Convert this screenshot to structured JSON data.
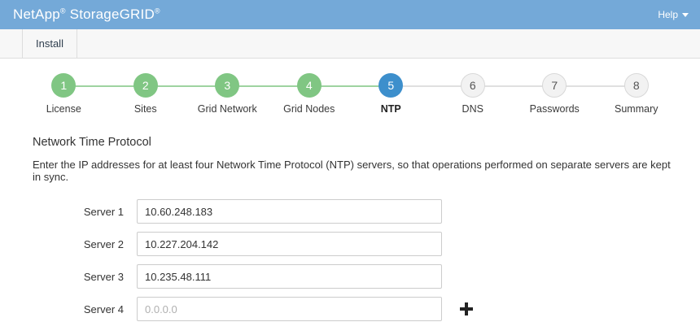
{
  "header": {
    "brand_name": "NetApp",
    "brand_sup1": "®",
    "brand_product": " StorageGRID",
    "brand_sup2": "®",
    "help_label": "Help",
    "background_color": "#74a9d8"
  },
  "tabs": [
    {
      "label": "Install",
      "active": true
    }
  ],
  "wizard": {
    "colors": {
      "done": "#80c683",
      "active": "#3d8fcc",
      "todo": "#f2f2f2"
    },
    "steps": [
      {
        "number": "1",
        "label": "License",
        "state": "done"
      },
      {
        "number": "2",
        "label": "Sites",
        "state": "done"
      },
      {
        "number": "3",
        "label": "Grid Network",
        "state": "done"
      },
      {
        "number": "4",
        "label": "Grid Nodes",
        "state": "done"
      },
      {
        "number": "5",
        "label": "NTP",
        "state": "active"
      },
      {
        "number": "6",
        "label": "DNS",
        "state": "todo"
      },
      {
        "number": "7",
        "label": "Passwords",
        "state": "todo"
      },
      {
        "number": "8",
        "label": "Summary",
        "state": "todo"
      }
    ]
  },
  "main": {
    "title": "Network Time Protocol",
    "description": "Enter the IP addresses for at least four Network Time Protocol (NTP) servers, so that operations performed on separate servers are kept in sync.",
    "servers": [
      {
        "label": "Server 1",
        "value": "10.60.248.183",
        "placeholder": "0.0.0.0",
        "has_add": false
      },
      {
        "label": "Server 2",
        "value": "10.227.204.142",
        "placeholder": "0.0.0.0",
        "has_add": false
      },
      {
        "label": "Server 3",
        "value": "10.235.48.111",
        "placeholder": "0.0.0.0",
        "has_add": false
      },
      {
        "label": "Server 4",
        "value": "",
        "placeholder": "0.0.0.0",
        "has_add": true
      }
    ]
  }
}
